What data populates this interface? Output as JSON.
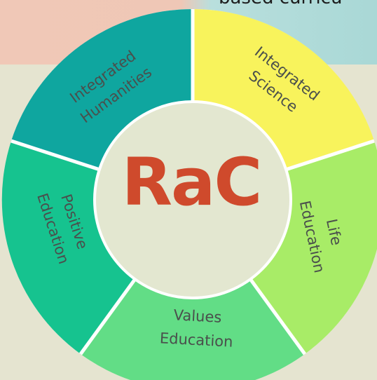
{
  "background": {
    "top_text": "based curricu",
    "colors": {
      "top_left": "#f0c8b7",
      "top_right": "#a9d8d6",
      "page": "#e5e4d0"
    }
  },
  "logo": {
    "text": "RaC",
    "color": "#cf4a2c"
  },
  "wheel": {
    "segments": [
      {
        "label_line1": "Integrated",
        "label_line2": "Humanities",
        "color": "#0fa69f"
      },
      {
        "label_line1": "Integrated",
        "label_line2": "Science",
        "color": "#f8f35c"
      },
      {
        "label_line1": "Life",
        "label_line2": "Education",
        "color": "#a8ec67"
      },
      {
        "label_line1": "Values",
        "label_line2": "Education",
        "color": "#62dd86"
      },
      {
        "label_line1": "Positive",
        "label_line2": "Education",
        "color": "#16c38f"
      }
    ],
    "outline_color": "#ffffff"
  }
}
